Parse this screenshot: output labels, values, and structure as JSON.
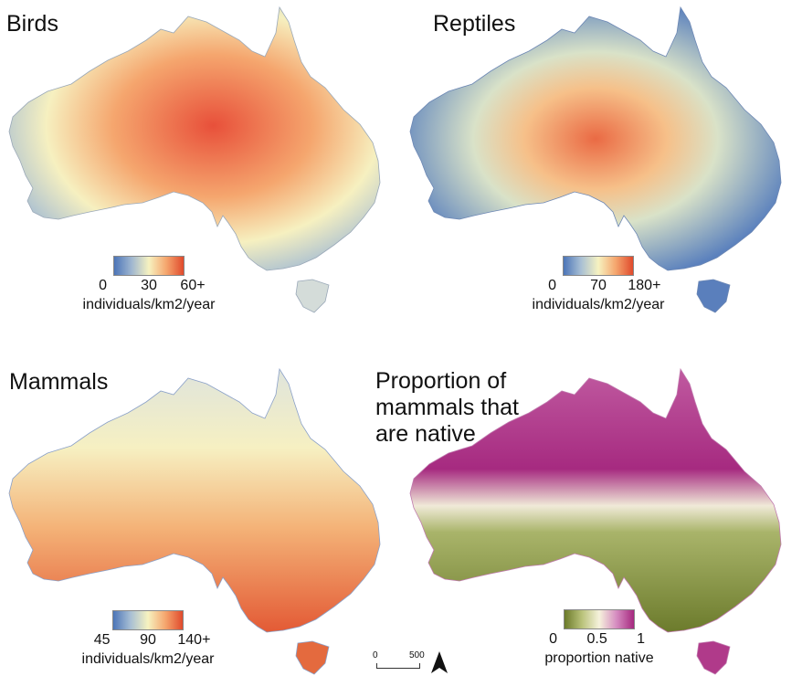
{
  "panels": [
    {
      "id": "birds",
      "title": "Birds",
      "legend": {
        "ticks": [
          "0",
          "30",
          "60+"
        ],
        "unit": "individuals/km2/year",
        "colors": [
          "#4c75b8",
          "#9fb6d0",
          "#f6f2c0",
          "#f5a66e",
          "#e04a2c"
        ]
      }
    },
    {
      "id": "reptiles",
      "title": "Reptiles",
      "legend": {
        "ticks": [
          "0",
          "70",
          "180+"
        ],
        "unit": "individuals/km2/year",
        "colors": [
          "#4c75b8",
          "#a8bfd4",
          "#f6f2c0",
          "#f5a66e",
          "#e04a2c"
        ]
      }
    },
    {
      "id": "mammals",
      "title": "Mammals",
      "legend": {
        "ticks": [
          "45",
          "90",
          "140+"
        ],
        "unit": "individuals/km2/year",
        "colors": [
          "#4c75b8",
          "#a8bfd4",
          "#f6f2c0",
          "#f5a66e",
          "#e04a2c"
        ]
      }
    },
    {
      "id": "native",
      "title": "Proportion of\nmammals that\nare native",
      "legend": {
        "ticks": [
          "0",
          "0.5",
          "1"
        ],
        "unit": "proportion native",
        "colors": [
          "#6b7a2a",
          "#b9c27a",
          "#f6f2dc",
          "#d58cc0",
          "#a6287f"
        ]
      }
    }
  ],
  "scale_bar": {
    "start": "0",
    "end": "500"
  }
}
